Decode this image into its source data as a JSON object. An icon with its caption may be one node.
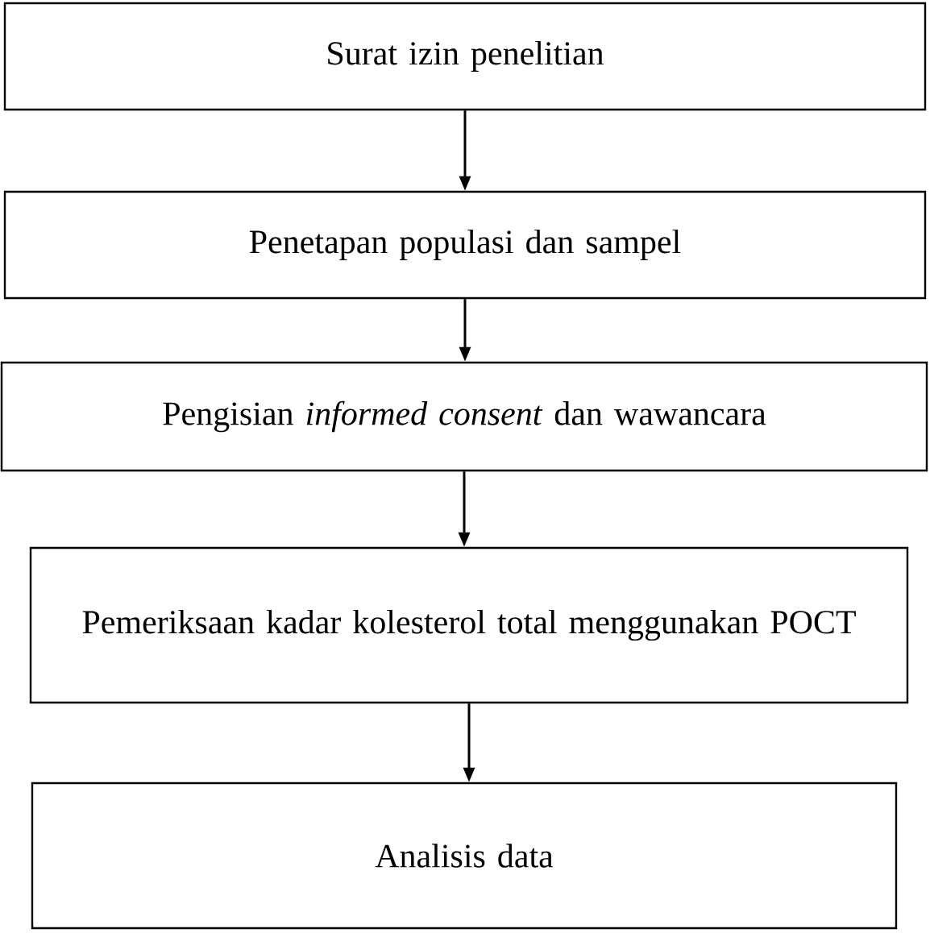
{
  "diagram": {
    "nodes": [
      {
        "text": [
          "Surat izin penelitian"
        ]
      },
      {
        "text": [
          "Penetapan populasi dan sampel"
        ]
      },
      {
        "text": [
          "Pengisian *informed consent* dan wawancara"
        ]
      },
      {
        "text": [
          "Pemeriksaan kadar kolesterol total menggunakan POCT"
        ]
      },
      {
        "text": [
          "Analisis data"
        ]
      }
    ],
    "edges": [
      {
        "from": 0,
        "to": 1,
        "arrow": "to"
      },
      {
        "from": 1,
        "to": 2,
        "arrow": "to"
      },
      {
        "from": 2,
        "to": 3,
        "arrow": "to"
      },
      {
        "from": 3,
        "to": 4,
        "arrow": "to"
      }
    ]
  }
}
